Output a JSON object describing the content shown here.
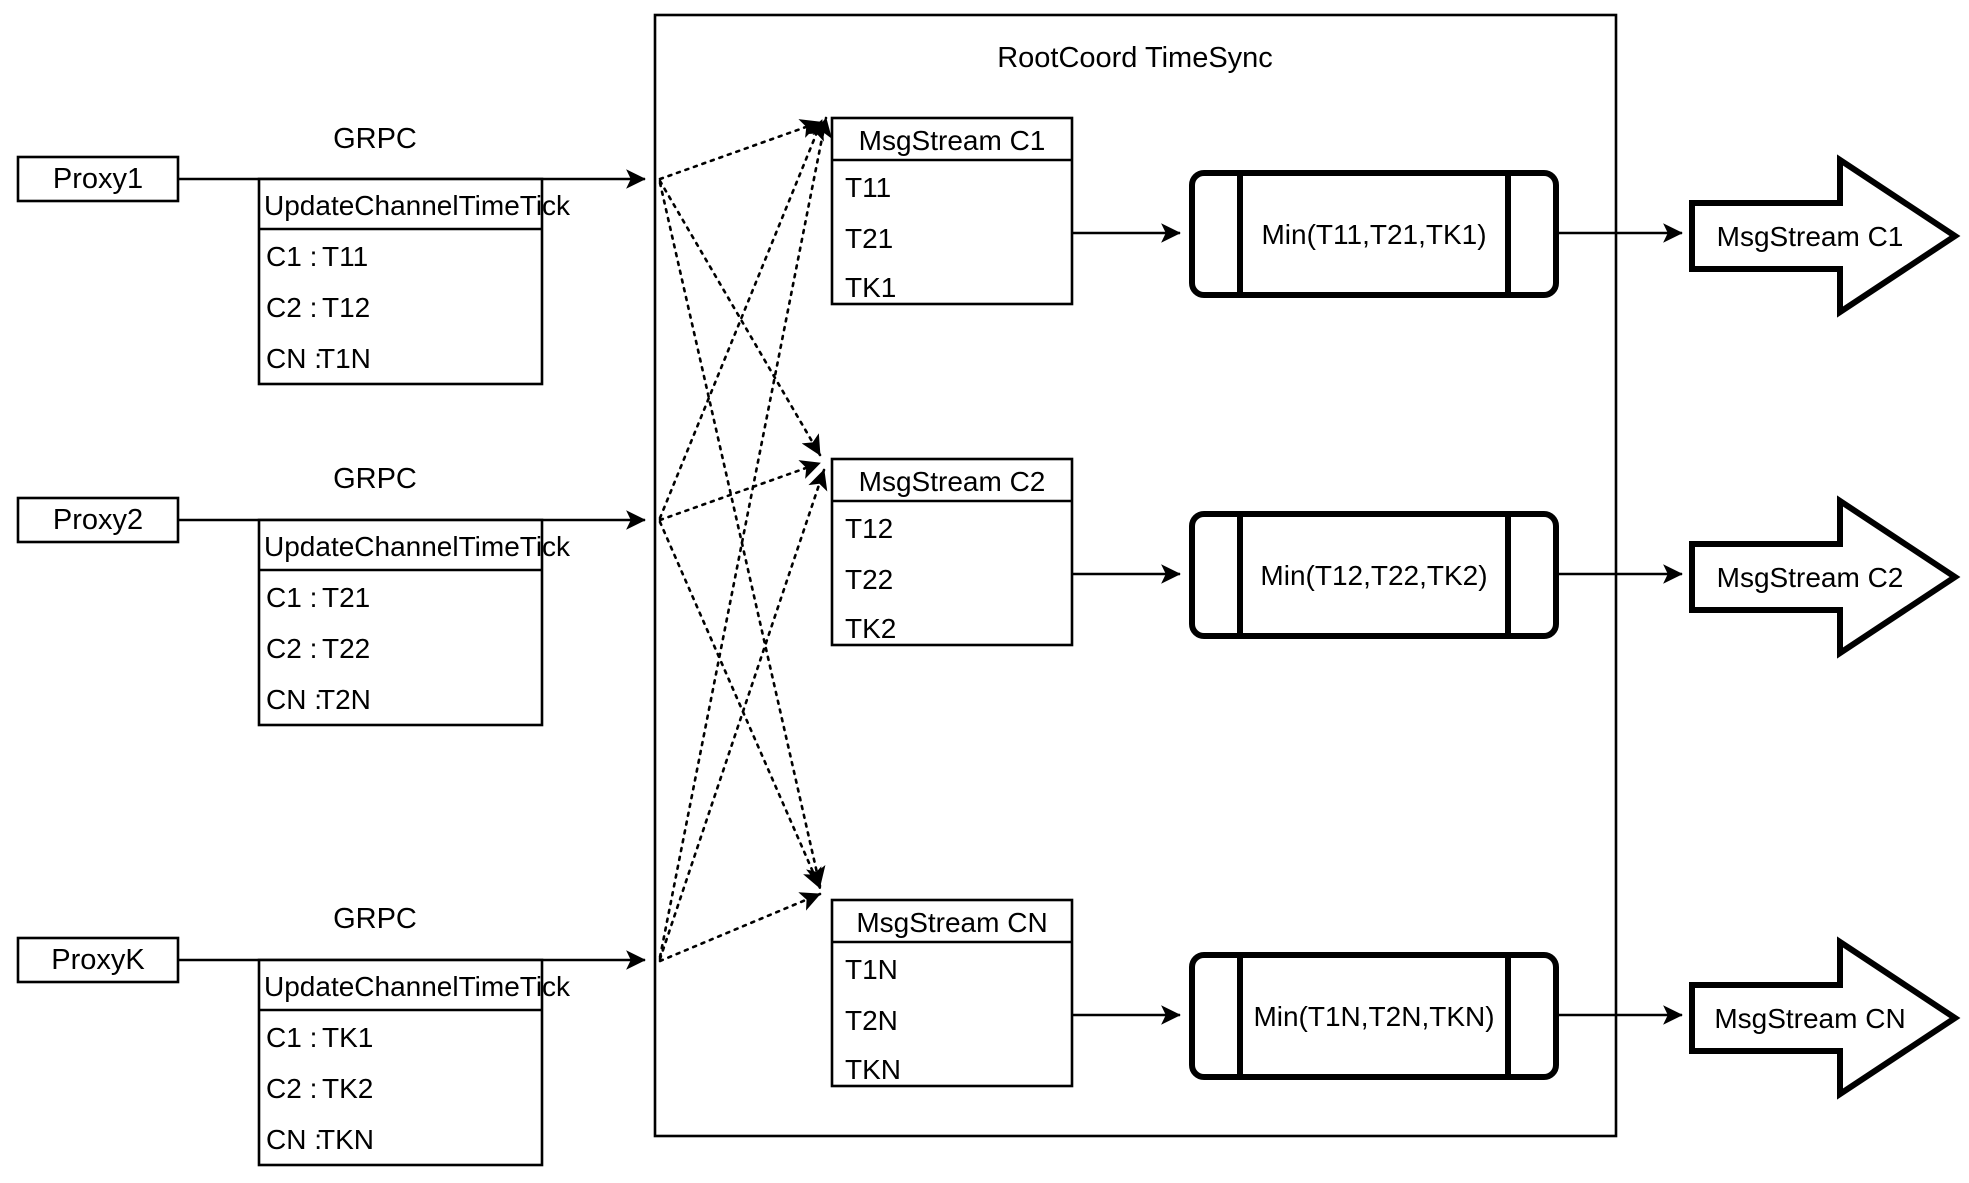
{
  "diagram": {
    "title": "RootCoord TimeSync",
    "container_label": "RootCoord TimeSync",
    "protocol_label": "GRPC",
    "rpc_method": "UpdateChannelTimeTick"
  },
  "proxies": [
    {
      "name": "Proxy1",
      "protocol": "GRPC",
      "rpc": "UpdateChannelTimeTick",
      "ticks": [
        {
          "channel": "C1 :",
          "time": "T11"
        },
        {
          "channel": "C2 :",
          "time": "T12"
        },
        {
          "channel": "CN :",
          "time": "T1N"
        }
      ]
    },
    {
      "name": "Proxy2",
      "protocol": "GRPC",
      "rpc": "UpdateChannelTimeTick",
      "ticks": [
        {
          "channel": "C1 :",
          "time": "T21"
        },
        {
          "channel": "C2 :",
          "time": "T22"
        },
        {
          "channel": "CN :",
          "time": "T2N"
        }
      ]
    },
    {
      "name": "ProxyK",
      "protocol": "GRPC",
      "rpc": "UpdateChannelTimeTick",
      "ticks": [
        {
          "channel": "C1 :",
          "time": "TK1"
        },
        {
          "channel": "C2 :",
          "time": "TK2"
        },
        {
          "channel": "CN :",
          "time": "TKN"
        }
      ]
    }
  ],
  "channels": [
    {
      "msgstream_title": "MsgStream C1",
      "entries": [
        "T11",
        "T21",
        "TK1"
      ],
      "min_label": "Min(T11,T21,TK1)",
      "output_label": "MsgStream C1"
    },
    {
      "msgstream_title": "MsgStream C2",
      "entries": [
        "T12",
        "T22",
        "TK2"
      ],
      "min_label": "Min(T12,T22,TK2)",
      "output_label": "MsgStream C2"
    },
    {
      "msgstream_title": "MsgStream CN",
      "entries": [
        "T1N",
        "T2N",
        "TKN"
      ],
      "min_label": "Min(T1N,T2N,TKN)",
      "output_label": "MsgStream CN"
    }
  ],
  "colors": {
    "stroke": "#000000",
    "background": "#ffffff",
    "text": "#000000"
  }
}
